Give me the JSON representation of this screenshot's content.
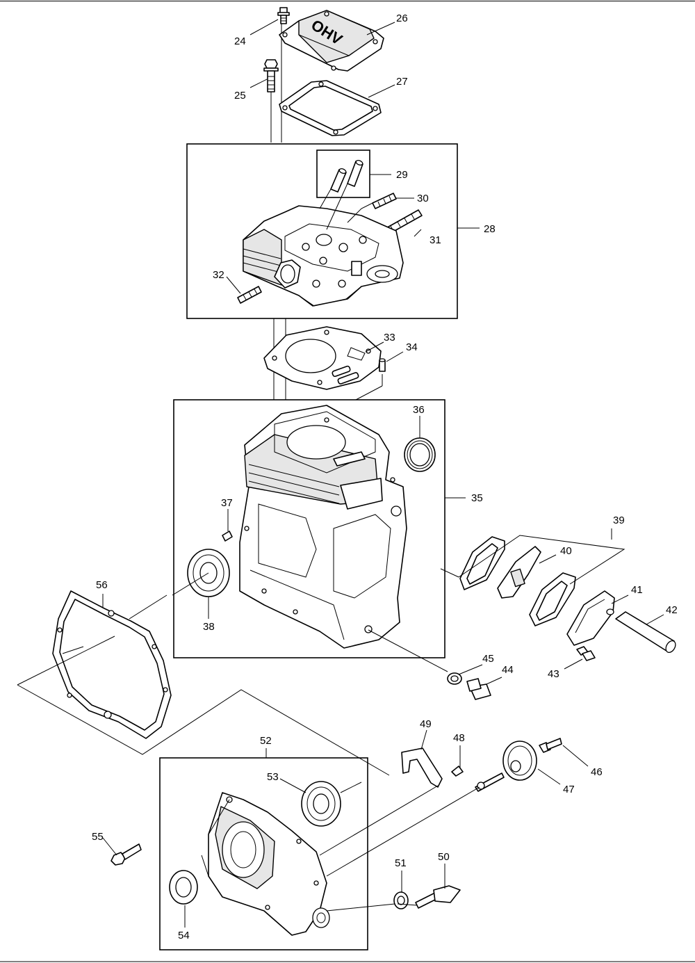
{
  "cover_stamp": "OHV",
  "colors": {
    "ink": "#000000",
    "paper": "#ffffff",
    "shade": "#e6e6e6"
  },
  "callouts": [
    {
      "id": "24",
      "text": "24"
    },
    {
      "id": "25",
      "text": "25"
    },
    {
      "id": "26",
      "text": "26"
    },
    {
      "id": "27",
      "text": "27"
    },
    {
      "id": "28",
      "text": "28"
    },
    {
      "id": "29",
      "text": "29"
    },
    {
      "id": "30",
      "text": "30"
    },
    {
      "id": "31",
      "text": "31"
    },
    {
      "id": "32",
      "text": "32"
    },
    {
      "id": "33",
      "text": "33"
    },
    {
      "id": "34",
      "text": "34"
    },
    {
      "id": "35",
      "text": "35"
    },
    {
      "id": "36",
      "text": "36"
    },
    {
      "id": "37",
      "text": "37"
    },
    {
      "id": "38",
      "text": "38"
    },
    {
      "id": "39",
      "text": "39"
    },
    {
      "id": "40",
      "text": "40"
    },
    {
      "id": "41",
      "text": "41"
    },
    {
      "id": "42",
      "text": "42"
    },
    {
      "id": "43",
      "text": "43"
    },
    {
      "id": "44",
      "text": "44"
    },
    {
      "id": "45",
      "text": "45"
    },
    {
      "id": "46",
      "text": "46"
    },
    {
      "id": "47",
      "text": "47"
    },
    {
      "id": "48",
      "text": "48"
    },
    {
      "id": "49",
      "text": "49"
    },
    {
      "id": "50",
      "text": "50"
    },
    {
      "id": "51",
      "text": "51"
    },
    {
      "id": "52",
      "text": "52"
    },
    {
      "id": "53",
      "text": "53"
    },
    {
      "id": "54",
      "text": "54"
    },
    {
      "id": "55",
      "text": "55"
    },
    {
      "id": "56",
      "text": "56"
    }
  ]
}
